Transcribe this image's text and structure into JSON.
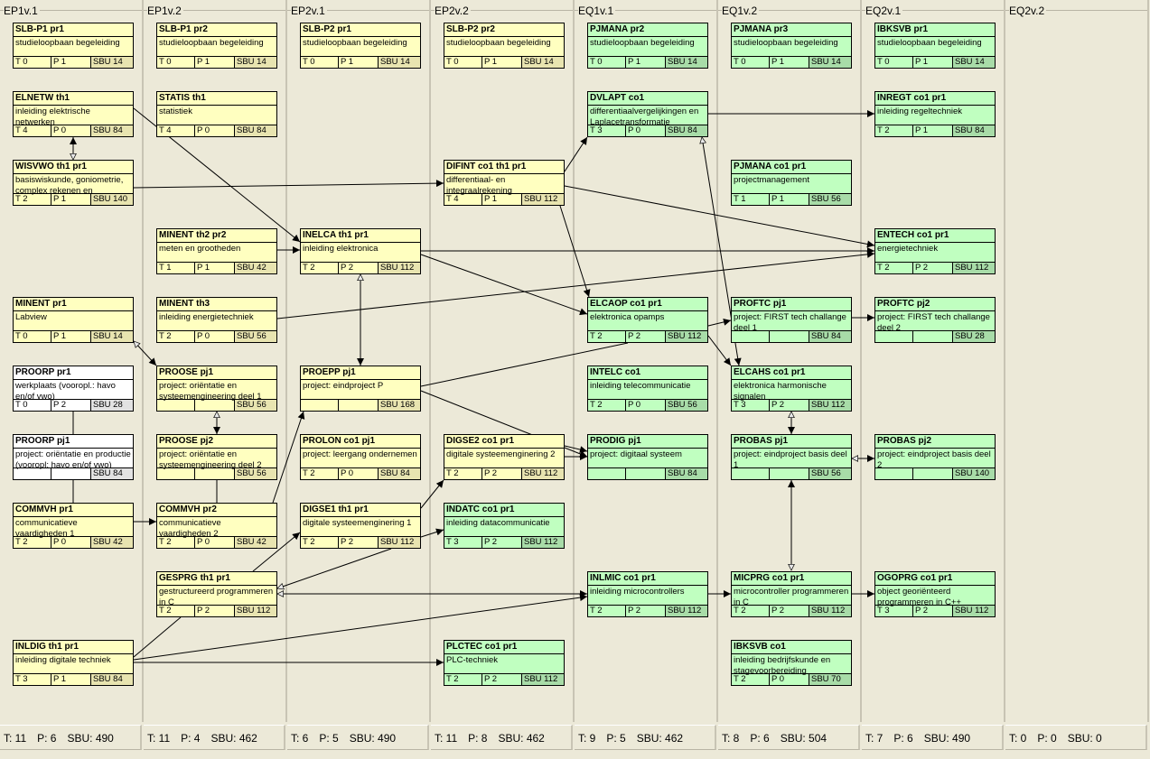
{
  "colors": {
    "yellow": "#ffffc0",
    "yellow_sbu": "#e8e4b0",
    "green": "#c0ffc0",
    "green_sbu": "#a8dca8",
    "white": "#ffffff",
    "white_sbu": "#e2e2e2"
  },
  "columns": [
    {
      "label": "EP1v.1",
      "stats": {
        "t": "T: 11",
        "p": "P: 6",
        "sbu": "SBU: 490"
      },
      "courses": [
        {
          "code": "SLB-P1 pr1",
          "title": "studieloopbaan begeleiding",
          "t": "T 0",
          "p": "P 1",
          "sbu": "SBU 14",
          "color": "yellow"
        },
        {
          "code": "ELNETW th1",
          "title": "inleiding elektrische netwerken",
          "t": "T 4",
          "p": "P 0",
          "sbu": "SBU 84",
          "color": "yellow"
        },
        {
          "code": "WISVWO th1 pr1",
          "title": "basiswiskunde, goniometrie, complex rekenen en elektrische netwerken",
          "t": "T 2",
          "p": "P 1",
          "sbu": "SBU 140",
          "color": "yellow"
        },
        {
          "code": "MINENT pr1",
          "title": "Labview",
          "t": "T 0",
          "p": "P 1",
          "sbu": "SBU 14",
          "color": "yellow"
        },
        {
          "code": "PROORP pr1",
          "title": "werkplaats (vooropl.: havo en/of vwo)",
          "t": "T 0",
          "p": "P 2",
          "sbu": "SBU 28",
          "color": "white"
        },
        {
          "code": "PROORP pj1",
          "title": "project: oriëntatie en productie (vooropl: havo en/of vwo)",
          "t": "",
          "p": "",
          "sbu": "SBU 84",
          "color": "white"
        },
        {
          "code": "COMMVH pr1",
          "title": "communicatieve vaardigheden 1",
          "t": "T 2",
          "p": "P 0",
          "sbu": "SBU 42",
          "color": "yellow"
        },
        {
          "code": "INLDIG th1 pr1",
          "title": "inleiding digitale techniek",
          "t": "T 3",
          "p": "P 1",
          "sbu": "SBU 84",
          "color": "yellow"
        }
      ]
    },
    {
      "label": "EP1v.2",
      "stats": {
        "t": "T: 11",
        "p": "P: 4",
        "sbu": "SBU: 462"
      },
      "courses": [
        {
          "code": "SLB-P1 pr2",
          "title": "studieloopbaan begeleiding",
          "t": "T 0",
          "p": "P 1",
          "sbu": "SBU 14",
          "color": "yellow"
        },
        {
          "code": "STATIS th1",
          "title": "statistiek",
          "t": "T 4",
          "p": "P 0",
          "sbu": "SBU 84",
          "color": "yellow"
        },
        {
          "code": "MINENT th2 pr2",
          "title": "meten en grootheden",
          "t": "T 1",
          "p": "P 1",
          "sbu": "SBU 42",
          "color": "yellow"
        },
        {
          "code": "MINENT th3",
          "title": "inleiding energietechniek",
          "t": "T 2",
          "p": "P 0",
          "sbu": "SBU 56",
          "color": "yellow"
        },
        {
          "code": "PROOSE pj1",
          "title": "project: oriëntatie en systeemengineering deel 1",
          "t": "",
          "p": "",
          "sbu": "SBU 56",
          "color": "yellow"
        },
        {
          "code": "PROOSE pj2",
          "title": "project: oriëntatie en systeemengineering deel 2",
          "t": "",
          "p": "",
          "sbu": "SBU 56",
          "color": "yellow"
        },
        {
          "code": "COMMVH pr2",
          "title": "communicatieve vaardigheden 2",
          "t": "T 2",
          "p": "P 0",
          "sbu": "SBU 42",
          "color": "yellow"
        },
        {
          "code": "GESPRG th1 pr1",
          "title": "gestructureerd programmeren in C",
          "t": "T 2",
          "p": "P 2",
          "sbu": "SBU 112",
          "color": "yellow"
        }
      ]
    },
    {
      "label": "EP2v.1",
      "stats": {
        "t": "T: 6",
        "p": "P: 5",
        "sbu": "SBU: 490"
      },
      "courses": [
        {
          "code": "SLB-P2 pr1",
          "title": "studieloopbaan begeleiding",
          "t": "T 0",
          "p": "P 1",
          "sbu": "SBU 14",
          "color": "yellow"
        },
        {
          "code": "INELCA th1 pr1",
          "title": "inleiding elektronica",
          "t": "T 2",
          "p": "P 2",
          "sbu": "SBU 112",
          "color": "yellow"
        },
        {
          "code": "PROEPP pj1",
          "title": "project: eindproject P",
          "t": "",
          "p": "",
          "sbu": "SBU 168",
          "color": "yellow"
        },
        {
          "code": "PROLON co1 pj1",
          "title": "project: leergang ondernemen",
          "t": "T 2",
          "p": "P 0",
          "sbu": "SBU 84",
          "color": "yellow"
        },
        {
          "code": "DIGSE1 th1 pr1",
          "title": "digitale systeemenginering 1",
          "t": "T 2",
          "p": "P 2",
          "sbu": "SBU 112",
          "color": "yellow"
        }
      ]
    },
    {
      "label": "EP2v.2",
      "stats": {
        "t": "T: 11",
        "p": "P: 8",
        "sbu": "SBU: 462"
      },
      "courses": [
        {
          "code": "SLB-P2 pr2",
          "title": "studieloopbaan begeleiding",
          "t": "T 0",
          "p": "P 1",
          "sbu": "SBU 14",
          "color": "yellow"
        },
        {
          "code": "DIFINT  co1 th1 pr1",
          "title": "differentiaal- en integraalrekening",
          "t": "T 4",
          "p": "P 1",
          "sbu": "SBU 112",
          "color": "yellow"
        },
        {
          "code": "DIGSE2  co1 pr1",
          "title": "digitale systeemenginering 2",
          "t": "T 2",
          "p": "P 2",
          "sbu": "SBU 112",
          "color": "yellow"
        },
        {
          "code": "INDATC co1 pr1",
          "title": "inleiding datacommunicatie",
          "t": "T 3",
          "p": "P 2",
          "sbu": "SBU 112",
          "color": "green"
        },
        {
          "code": "PLCTEC co1 pr1",
          "title": "PLC-techniek",
          "t": "T 2",
          "p": "P 2",
          "sbu": "SBU 112",
          "color": "green"
        }
      ]
    },
    {
      "label": "EQ1v.1",
      "stats": {
        "t": "T: 9",
        "p": "P: 5",
        "sbu": "SBU: 462"
      },
      "courses": [
        {
          "code": "PJMANA pr2",
          "title": "studieloopbaan begeleiding",
          "t": "T 0",
          "p": "P 1",
          "sbu": "SBU 14",
          "color": "green"
        },
        {
          "code": "DVLAPT co1",
          "title": "differentiaalvergelijkingen en Laplacetransformatie",
          "t": "T 3",
          "p": "P 0",
          "sbu": "SBU 84",
          "color": "green"
        },
        {
          "code": "ELCAOP co1 pr1",
          "title": "elektronica opamps",
          "t": "T 2",
          "p": "P 2",
          "sbu": "SBU 112",
          "color": "green"
        },
        {
          "code": "INTELC co1",
          "title": "inleiding telecommunicatie",
          "t": "T 2",
          "p": "P 0",
          "sbu": "SBU 56",
          "color": "green"
        },
        {
          "code": "PRODIG pj1",
          "title": "project: digitaal systeem",
          "t": "",
          "p": "",
          "sbu": "SBU 84",
          "color": "green"
        },
        {
          "code": "INLMIC co1 pr1",
          "title": "inleiding microcontrollers",
          "t": "T 2",
          "p": "P 2",
          "sbu": "SBU 112",
          "color": "green"
        }
      ]
    },
    {
      "label": "EQ1v.2",
      "stats": {
        "t": "T: 8",
        "p": "P: 6",
        "sbu": "SBU: 504"
      },
      "courses": [
        {
          "code": "PJMANA pr3",
          "title": "studieloopbaan begeleiding",
          "t": "T 0",
          "p": "P 1",
          "sbu": "SBU 14",
          "color": "green"
        },
        {
          "code": "PJMANA co1 pr1",
          "title": "projectmanagement",
          "t": "T 1",
          "p": "P 1",
          "sbu": "SBU 56",
          "color": "green"
        },
        {
          "code": "PROFTC pj1",
          "title": "project: FIRST tech challange deel 1",
          "t": "",
          "p": "",
          "sbu": "SBU 84",
          "color": "green"
        },
        {
          "code": "ELCAHS co1 pr1",
          "title": "elektronica harmonische signalen",
          "t": "T 3",
          "p": "P 2",
          "sbu": "SBU 112",
          "color": "green"
        },
        {
          "code": "PROBAS pj1",
          "title": "project: eindproject basis deel 1",
          "t": "",
          "p": "",
          "sbu": "SBU 56",
          "color": "green"
        },
        {
          "code": "MICPRG co1 pr1",
          "title": "microcontroller programmeren in C",
          "t": "T 2",
          "p": "P 2",
          "sbu": "SBU 112",
          "color": "green"
        },
        {
          "code": "IBKSVB co1",
          "title": "inleiding bedrijfskunde en stagevoorbereiding",
          "t": "T 2",
          "p": "P 0",
          "sbu": "SBU 70",
          "color": "green"
        }
      ]
    },
    {
      "label": "EQ2v.1",
      "stats": {
        "t": "T: 7",
        "p": "P: 6",
        "sbu": "SBU: 490"
      },
      "courses": [
        {
          "code": "IBKSVB pr1",
          "title": "studieloopbaan begeleiding",
          "t": "T 0",
          "p": "P 1",
          "sbu": "SBU 14",
          "color": "green"
        },
        {
          "code": "INREGT co1 pr1",
          "title": "inleiding regeltechniek",
          "t": "T 2",
          "p": "P 1",
          "sbu": "SBU 84",
          "color": "green"
        },
        {
          "code": "ENTECH co1 pr1",
          "title": "energietechniek",
          "t": "T 2",
          "p": "P 2",
          "sbu": "SBU 112",
          "color": "green"
        },
        {
          "code": "PROFTC pj2",
          "title": "project: FIRST tech challange deel 2",
          "t": "",
          "p": "",
          "sbu": "SBU 28",
          "color": "green"
        },
        {
          "code": "PROBAS pj2",
          "title": "project: eindproject basis deel 2",
          "t": "",
          "p": "",
          "sbu": "SBU 140",
          "color": "green"
        },
        {
          "code": "OGOPRG co1 pr1",
          "title": "object georiënteerd programmeren in C++",
          "t": "T 3",
          "p": "P 2",
          "sbu": "SBU 112",
          "color": "green"
        }
      ]
    },
    {
      "label": "EQ2v.2",
      "stats": {
        "t": "T: 0",
        "p": "P: 0",
        "sbu": "SBU: 0"
      },
      "courses": []
    }
  ]
}
